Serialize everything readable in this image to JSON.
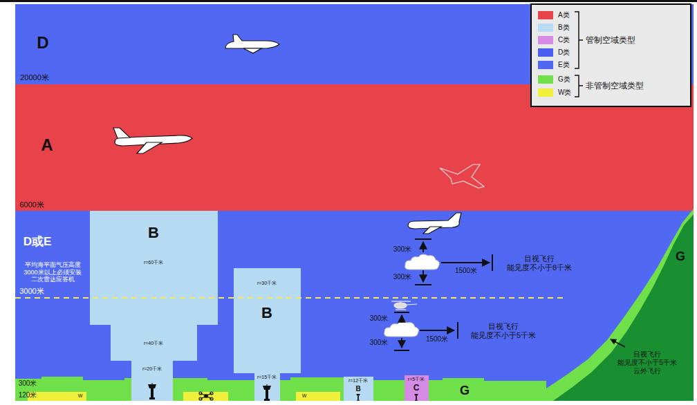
{
  "diagram": {
    "nodes": [
      {
        "text": [
          "D"
        ]
      },
      {
        "text": [
          "A"
        ]
      },
      {
        "text": [
          "D或E"
        ]
      },
      {
        "text": [
          "B",
          "r=60千米",
          "r=40千米",
          "r=20千米"
        ],
        "in": 2
      },
      {
        "text": [
          "r=30千米",
          "B",
          "r=15千米"
        ],
        "in": 2
      },
      {
        "text": [
          "r=12千米",
          "B"
        ],
        "in": 2
      },
      {
        "text": [
          "r=5千米",
          "C"
        ],
        "in": 2
      },
      {
        "text": [
          "G"
        ],
        "in": 2
      },
      {
        "text": [
          "W"
        ],
        "in": 7
      },
      {
        "text": [
          "W"
        ],
        "in": 7
      },
      {
        "text": [
          "G"
        ],
        "in": 2
      }
    ],
    "labels": [
      "20000米",
      "6000米",
      "平均海平面气压高度 3000米以上必须安装 二次雷达应答机",
      "3000米",
      "300米",
      "120米",
      "300米",
      "300米",
      "1500米",
      "目视飞行 能见度不小于8千米",
      "300米",
      "300米",
      "1500米",
      "目视飞行 能见度不小于5千米",
      "目视飞行 能见度不小于5千米 云外飞行",
      "管制空域类型",
      "非管制空域类型"
    ],
    "legend": [
      {
        "text": "A类",
        "color": "#e8424a"
      },
      {
        "text": "B类",
        "color": "#b5daf2"
      },
      {
        "text": "C类",
        "color": "#d58be3"
      },
      {
        "text": "D类",
        "color": "#4a5ef0"
      },
      {
        "text": "E类",
        "color": "#5169f2"
      },
      {
        "text": "G类",
        "color": "#6fe04a"
      },
      {
        "text": "W类",
        "color": "#f0f03c"
      }
    ]
  }
}
